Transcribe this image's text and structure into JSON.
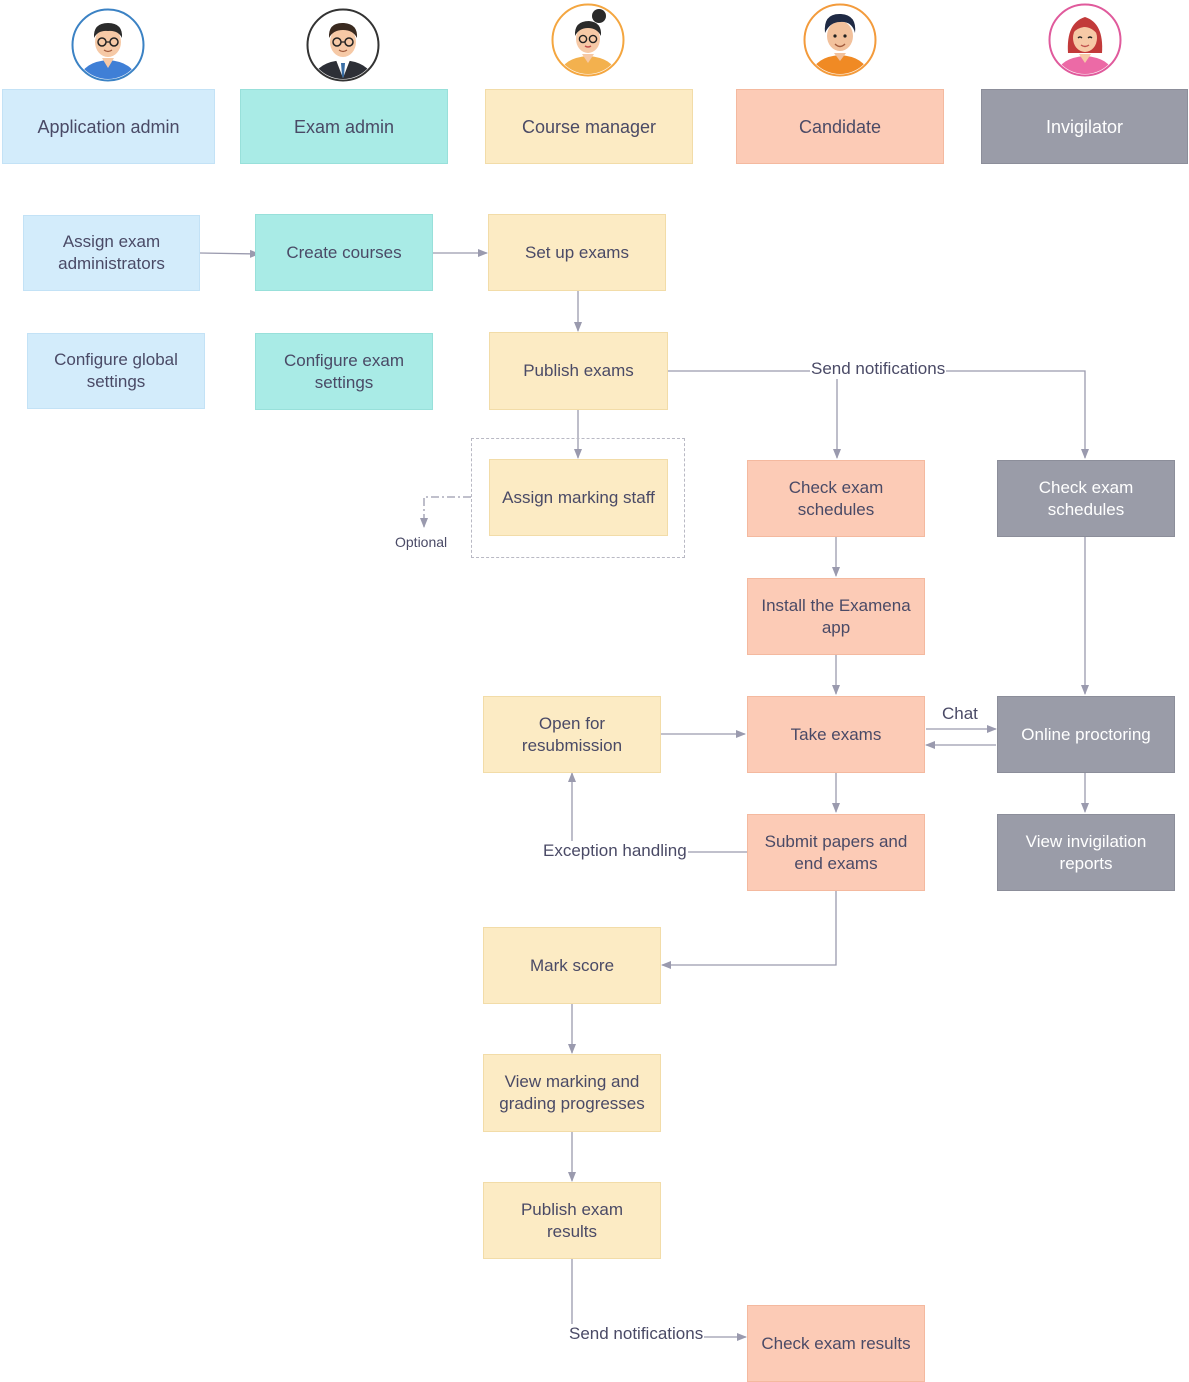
{
  "lanes": [
    {
      "label": "Application admin",
      "icon": "man-glasses-blue-shirt-icon",
      "color": "#d3ecfb"
    },
    {
      "label": "Exam admin",
      "icon": "man-glasses-suit-icon",
      "color": "#a9ebe6"
    },
    {
      "label": "Course manager",
      "icon": "woman-glasses-ponytail-icon",
      "color": "#fcebc4"
    },
    {
      "label": "Candidate",
      "icon": "young-man-orange-shirt-icon",
      "color": "#fccbb6"
    },
    {
      "label": "Invigilator",
      "icon": "woman-red-hair-pink-shirt-icon",
      "color": "#9a9ca8"
    }
  ],
  "nodes": {
    "assign_admins": "Assign exam\nadministrators",
    "configure_global": "Configure global\nsettings",
    "create_courses": "Create courses",
    "configure_exam": "Configure exam\nsettings",
    "set_up_exams": "Set up exams",
    "publish_exams": "Publish exams",
    "assign_marking": "Assign marking staff",
    "check_schedules_candidate": "Check exam\nschedules",
    "install_app": "Install the Examena\napp",
    "take_exams": "Take exams",
    "submit_papers": "Submit papers and\nend exams",
    "open_resubmission": "Open for\nresubmission",
    "mark_score": "Mark score",
    "view_marking": "View marking and\ngrading progresses",
    "publish_results": "Publish exam\nresults",
    "check_results": "Check exam results",
    "check_schedules_invigilator": "Check exam\nschedules",
    "online_proctoring": "Online proctoring",
    "view_reports": "View invigilation\nreports"
  },
  "edge_labels": {
    "send_notifications_top": "Send notifications",
    "chat": "Chat",
    "exception_handling": "Exception handling",
    "send_notifications_bottom": "Send notifications",
    "optional": "Optional"
  },
  "colors": {
    "line": "#9a9aae",
    "text": "#4a4a66"
  }
}
